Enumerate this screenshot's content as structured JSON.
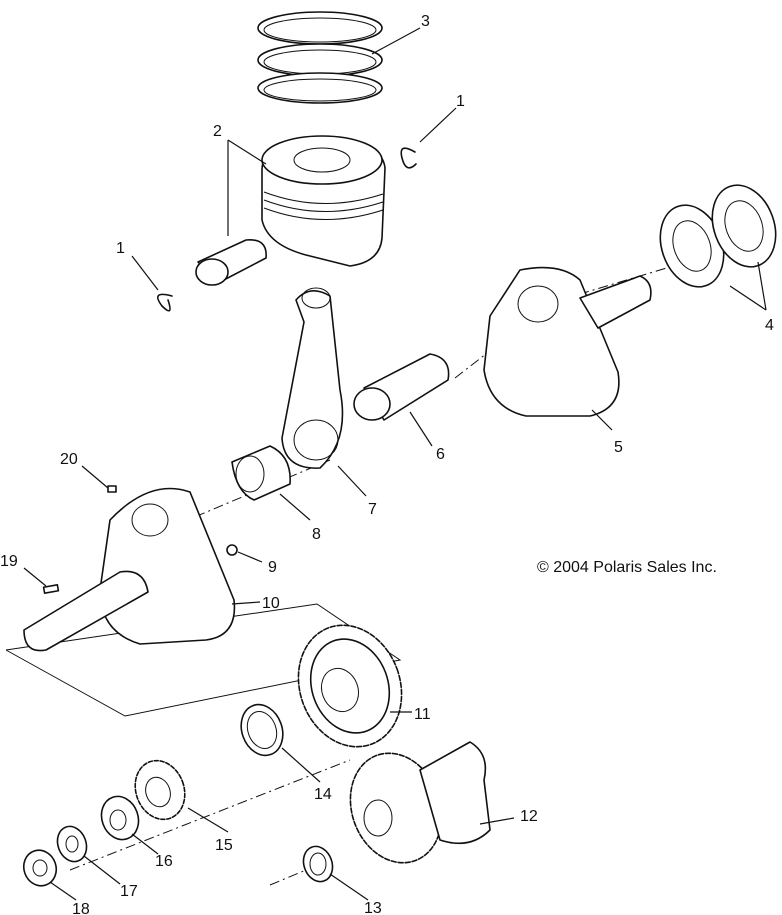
{
  "copyright": "© 2004 Polaris Sales Inc.",
  "callouts": [
    {
      "id": "c1a",
      "text": "1"
    },
    {
      "id": "c1b",
      "text": "1"
    },
    {
      "id": "c2",
      "text": "2"
    },
    {
      "id": "c3",
      "text": "3"
    },
    {
      "id": "c4",
      "text": "4"
    },
    {
      "id": "c5",
      "text": "5"
    },
    {
      "id": "c6",
      "text": "6"
    },
    {
      "id": "c7",
      "text": "7"
    },
    {
      "id": "c8",
      "text": "8"
    },
    {
      "id": "c9",
      "text": "9"
    },
    {
      "id": "c10",
      "text": "10"
    },
    {
      "id": "c11",
      "text": "11"
    },
    {
      "id": "c12",
      "text": "12"
    },
    {
      "id": "c13",
      "text": "13"
    },
    {
      "id": "c14",
      "text": "14"
    },
    {
      "id": "c15",
      "text": "15"
    },
    {
      "id": "c16",
      "text": "16"
    },
    {
      "id": "c17",
      "text": "17"
    },
    {
      "id": "c18",
      "text": "18"
    },
    {
      "id": "c19",
      "text": "19"
    },
    {
      "id": "c20",
      "text": "20"
    }
  ]
}
